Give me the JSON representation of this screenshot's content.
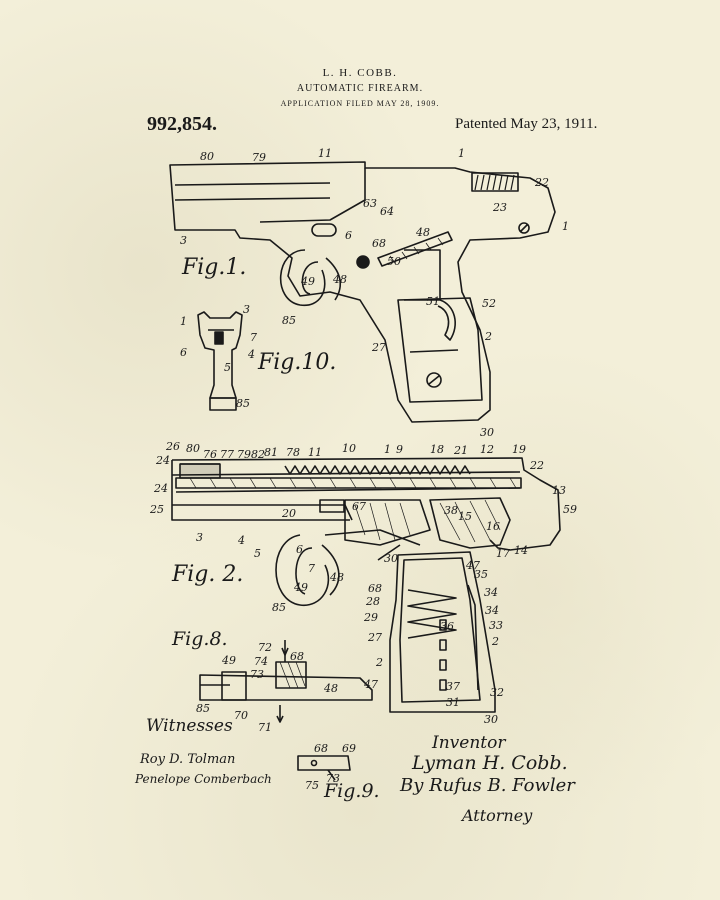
{
  "header": {
    "inventor_line": "L. H. COBB.",
    "title": "AUTOMATIC FIREARM.",
    "filed": "APPLICATION FILED MAY 28, 1909.",
    "patent_number": "992,854.",
    "patented": "Patented May 23, 1911."
  },
  "figures": {
    "fig1": "Fig.1.",
    "fig2": "Fig. 2.",
    "fig8": "Fig.8.",
    "fig9": "Fig.9.",
    "fig10": "Fig.10."
  },
  "signatures": {
    "witnesses_label": "Witnesses",
    "witness1": "Roy D. Tolman",
    "witness2": "Penelope Comberbach",
    "inventor_label": "Inventor",
    "inventor_name": "Lyman H. Cobb.",
    "by_line": "By Rufus B. Fowler",
    "attorney_label": "Attorney"
  },
  "ref_numerals": {
    "fig1": [
      "80",
      "79",
      "11",
      "1",
      "22",
      "23",
      "1",
      "63",
      "64",
      "6",
      "68",
      "48",
      "3",
      "50",
      "49",
      "48",
      "51",
      "52",
      "85",
      "27",
      "2",
      "30"
    ],
    "fig10": [
      "3",
      "1",
      "7",
      "6",
      "4",
      "5",
      "85"
    ],
    "fig2": [
      "26",
      "80",
      "77",
      "79",
      "82",
      "81",
      "78",
      "11",
      "10",
      "1",
      "9",
      "18",
      "21",
      "12",
      "19",
      "22",
      "24",
      "24",
      "13",
      "25",
      "20",
      "67",
      "38",
      "15",
      "16",
      "59",
      "3",
      "4",
      "5",
      "6",
      "7",
      "30",
      "47",
      "17",
      "14",
      "49",
      "48",
      "35",
      "68",
      "28",
      "34",
      "29",
      "34",
      "33",
      "36",
      "27",
      "2",
      "2",
      "37",
      "32",
      "31",
      "30",
      "85"
    ],
    "fig8": [
      "72",
      "49",
      "74",
      "68",
      "73",
      "48",
      "47",
      "85",
      "70",
      "71"
    ],
    "fig9": [
      "68",
      "69",
      "75",
      "73"
    ]
  },
  "colors": {
    "paper": "#f3efd9",
    "ink": "#1a1a1a"
  }
}
